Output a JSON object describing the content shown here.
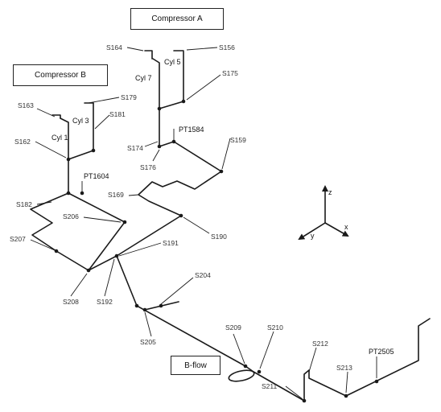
{
  "titles": {
    "compressor_a": "Compressor A",
    "compressor_b": "Compressor B",
    "b_flow": "B-flow"
  },
  "cylinders": {
    "cyl5": "Cyl 5",
    "cyl7": "Cyl 7",
    "cyl3": "Cyl 3",
    "cyl1": "Cyl 1"
  },
  "nodes": {
    "s164": "S164",
    "s156": "S156",
    "s175": "S175",
    "s174": "S174",
    "s176": "S176",
    "s179": "S179",
    "s181": "S181",
    "s163": "S163",
    "s162": "S162",
    "s182": "S182",
    "s159": "S159",
    "s169": "S169",
    "s206": "S206",
    "s190": "S190",
    "s207": "S207",
    "s191": "S191",
    "s204": "S204",
    "s208": "S208",
    "s192": "S192",
    "s205": "S205",
    "s209": "S209",
    "s210": "S210",
    "s211": "S211",
    "s212": "S212",
    "s213": "S213"
  },
  "sensors": {
    "pt1584": "PT1584",
    "pt1604": "PT1604",
    "pt2505": "PT2505"
  },
  "axes": {
    "z": "z",
    "y": "y",
    "x": "x"
  },
  "colors": {
    "line": "#1a1a1a",
    "label": "#333333",
    "background": "#ffffff"
  }
}
